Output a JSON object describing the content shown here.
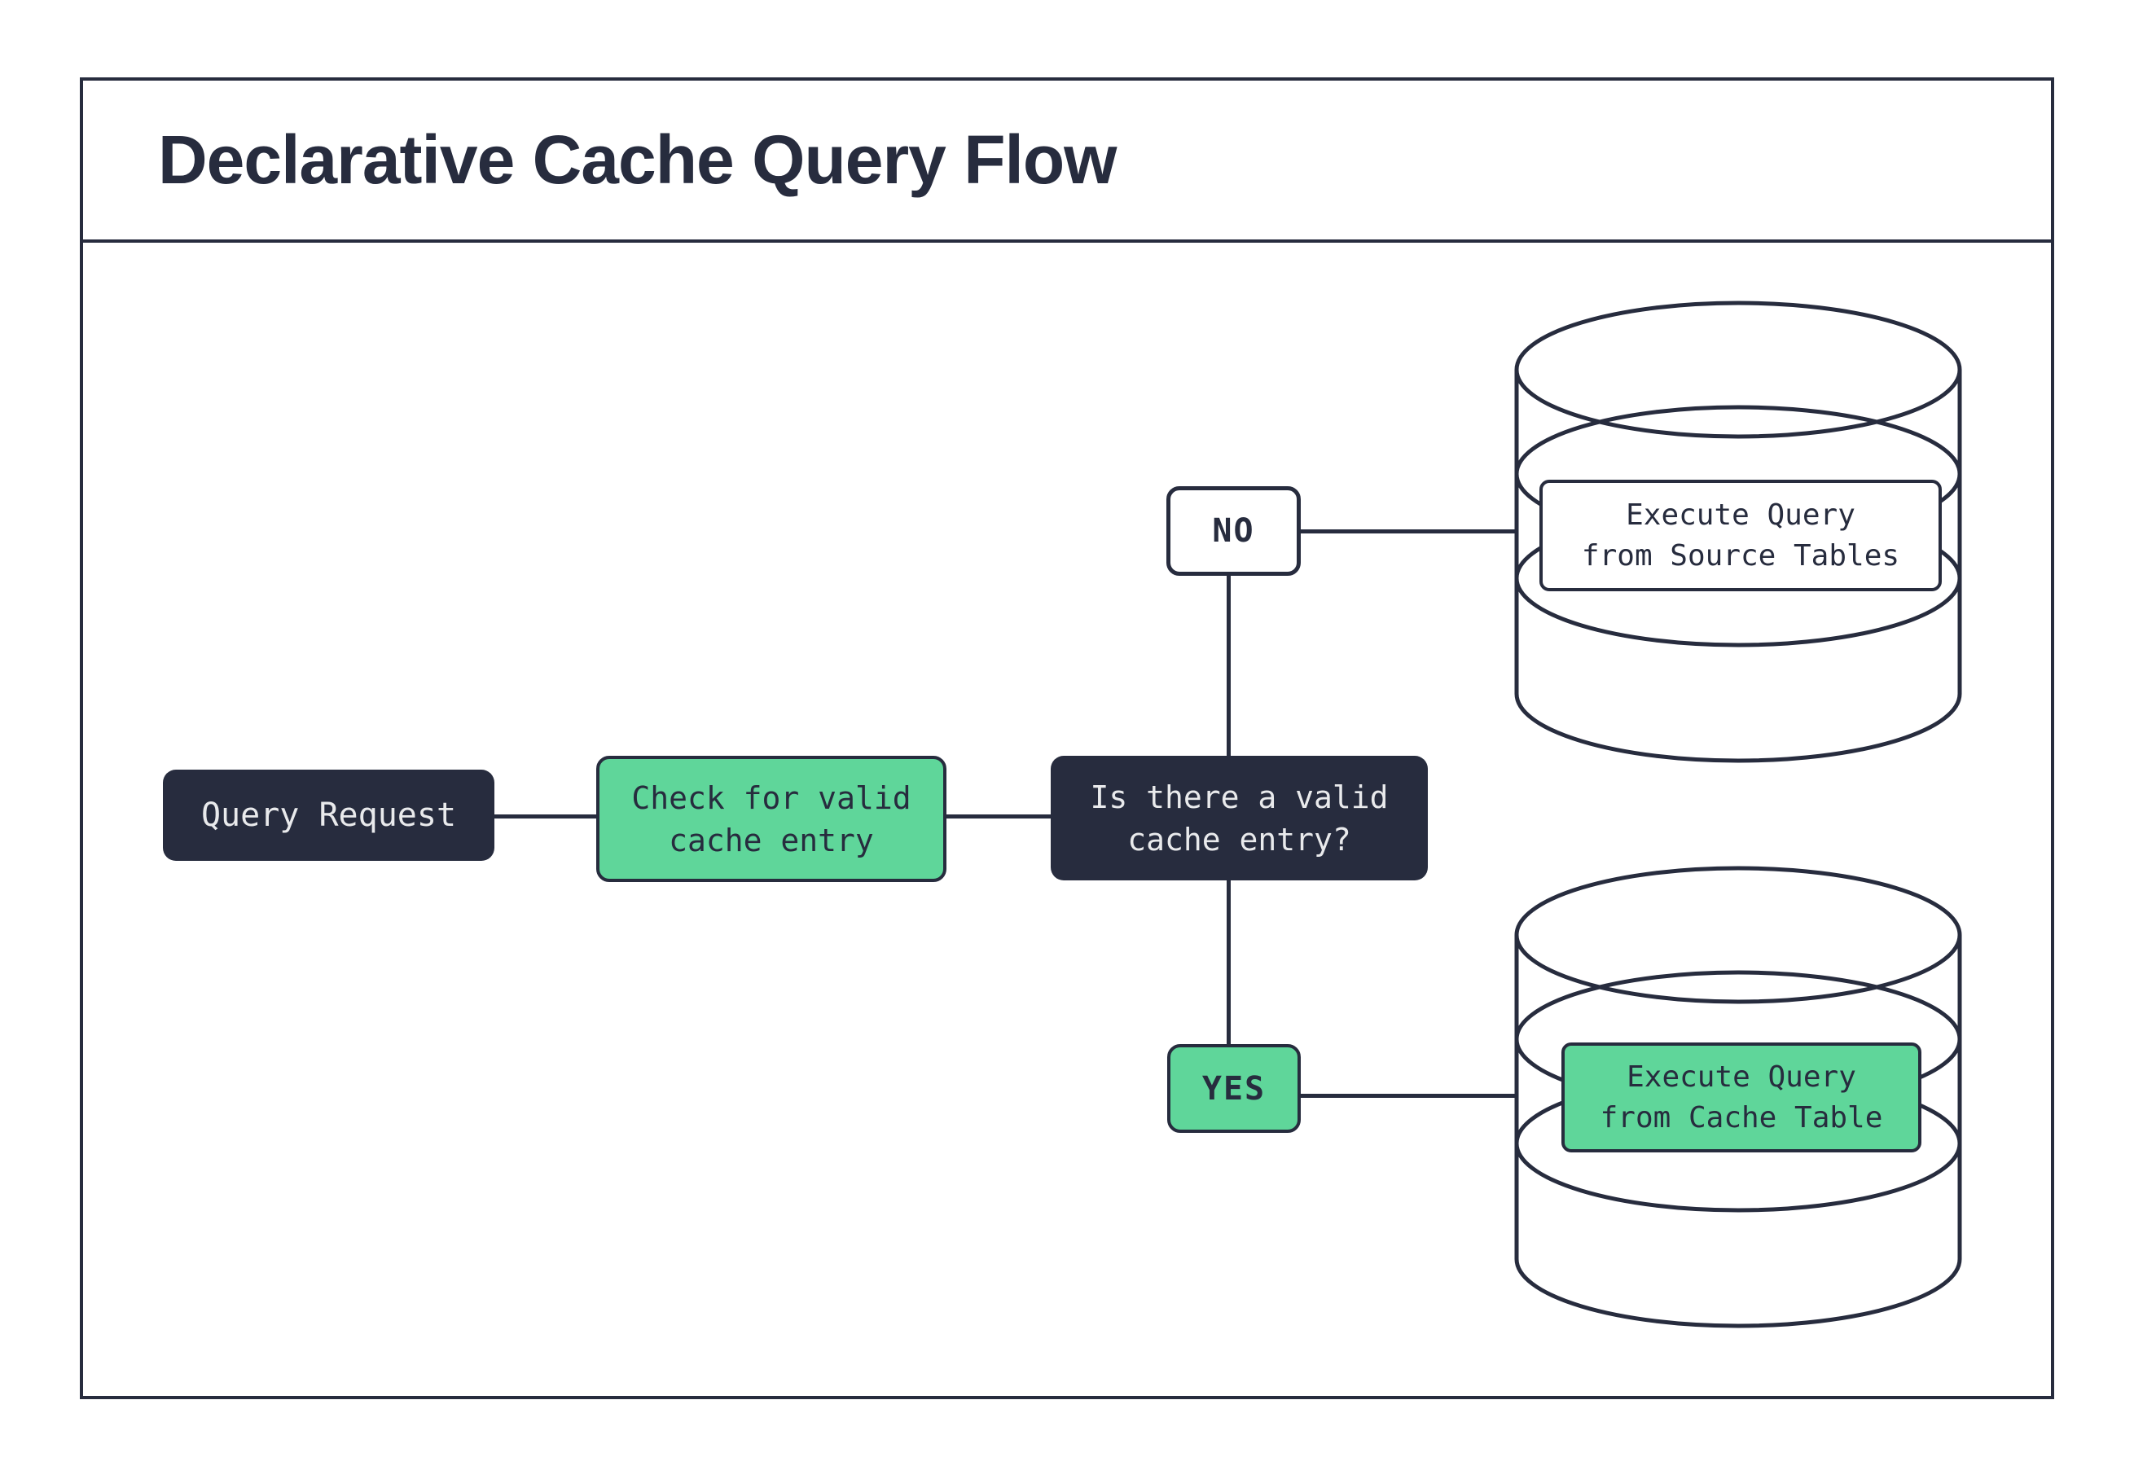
{
  "colors": {
    "ink": "#272c3e",
    "green": "#5fd69a",
    "paper": "#ffffff",
    "light": "#e9eaec"
  },
  "header": {
    "title": "Declarative Cache Query Flow"
  },
  "flow": {
    "query_request": "Query Request",
    "check_cache": "Check for valid\ncache entry",
    "decision": "Is there a valid\ncache entry?",
    "branch_no": "NO",
    "branch_yes": "YES",
    "source_db": "Execute Query\nfrom Source Tables",
    "cache_db": "Execute Query\nfrom Cache Table"
  }
}
